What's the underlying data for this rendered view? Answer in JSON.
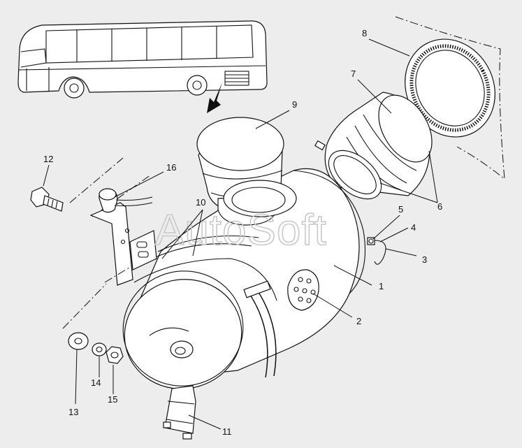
{
  "watermark": {
    "text": "AutoSoft"
  },
  "callouts": [
    {
      "id": "c1",
      "label": "1"
    },
    {
      "id": "c2",
      "label": "2"
    },
    {
      "id": "c3",
      "label": "3"
    },
    {
      "id": "c4",
      "label": "4"
    },
    {
      "id": "c5",
      "label": "5"
    },
    {
      "id": "c6",
      "label": "6"
    },
    {
      "id": "c7",
      "label": "7"
    },
    {
      "id": "c8",
      "label": "8"
    },
    {
      "id": "c9",
      "label": "9"
    },
    {
      "id": "c10",
      "label": "10"
    },
    {
      "id": "c11",
      "label": "11"
    },
    {
      "id": "c12",
      "label": "12"
    },
    {
      "id": "c13",
      "label": "13"
    },
    {
      "id": "c14",
      "label": "14"
    },
    {
      "id": "c15",
      "label": "15"
    },
    {
      "id": "c16",
      "label": "16"
    }
  ],
  "colors": {
    "background": "#ededed",
    "line": "#111111",
    "part_fill": "#ffffff",
    "watermark": "#c9c9c9"
  }
}
